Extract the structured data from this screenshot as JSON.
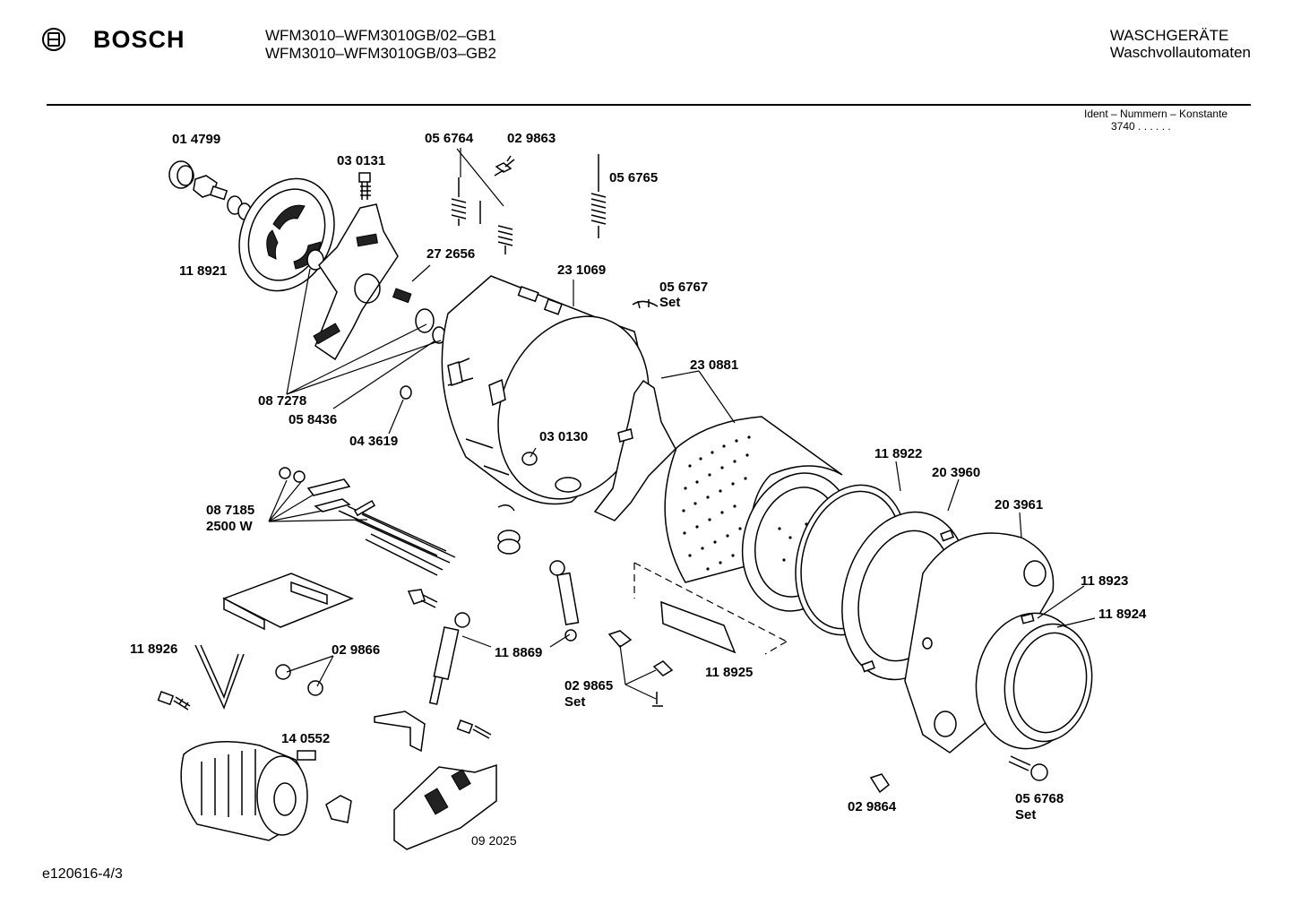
{
  "header": {
    "brand": "BOSCH",
    "model_line_1": "WFM3010–WFM3010GB/02–GB1",
    "model_line_2": "WFM3010–WFM3010GB/03–GB2",
    "category_line_1": "WASCHGERÄTE",
    "category_line_2": "Waschvollautomaten"
  },
  "ident": {
    "label": "Ident – Nummern – Konstante",
    "value": "3740  .  .  .  .  .  ."
  },
  "footer": {
    "doc_id": "e120616-4/3"
  },
  "labels": {
    "p014799": "01 4799",
    "p030131": "03 0131",
    "p056764": "05 6764",
    "p029863": "02 9863",
    "p056765": "05 6765",
    "p118921": "11 8921",
    "p272656": "27 2656",
    "p231069": "23 1069",
    "p056767": "05 6767",
    "p056767b": "Set",
    "p230881": "23 0881",
    "p087278": "08 7278",
    "p058436": "05 8436",
    "p043619": "04 3619",
    "p030130": "03 0130",
    "p118922": "11 8922",
    "p203960": "20 3960",
    "p203961": "20 3961",
    "p087185": "08 7185",
    "p087185b": "2500 W",
    "p118923": "11 8923",
    "p118924": "11 8924",
    "p118926": "11 8926",
    "p029866": "02 9866",
    "p118869": "11 8869",
    "p118925": "11 8925",
    "p029865": "02 9865",
    "p029865b": "Set",
    "p140552": "14 0552",
    "p092025": "09 2025",
    "p029864": "02 9864",
    "p056768": "05 6768",
    "p056768b": "Set"
  }
}
